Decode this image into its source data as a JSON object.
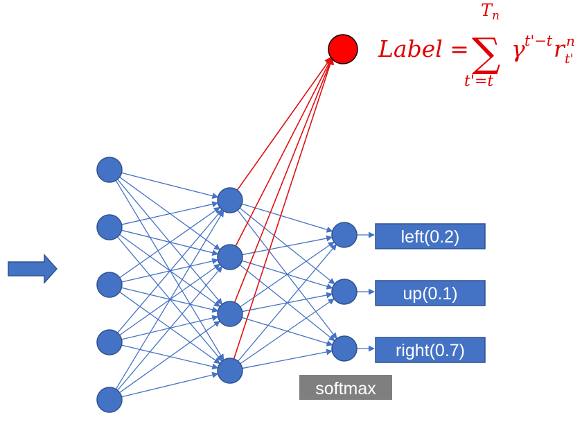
{
  "diagram": {
    "input_layer": {
      "count": 5
    },
    "hidden_layer": {
      "count": 4
    },
    "output_layer": {
      "count": 3
    },
    "outputs": [
      {
        "label": "left(0.2)"
      },
      {
        "label": "up(0.1)"
      },
      {
        "label": "right(0.7)"
      }
    ],
    "softmax_label": "softmax",
    "value_node": {
      "color": "#ff0000"
    },
    "formula": {
      "lhs": "Label =",
      "sum_symbol": "∑",
      "upper_limit": "T",
      "upper_limit_sub": "n",
      "lower_limit": "t'=t",
      "gamma": "γ",
      "gamma_exponent": "t'−t",
      "r": "r",
      "r_sup": "n",
      "r_sub": "t'"
    },
    "colors": {
      "node": "#4472c4",
      "edge": "#4472c4",
      "value_edge": "#e01010",
      "softmax_box": "#7f7f7f",
      "formula": "#e00000"
    }
  }
}
